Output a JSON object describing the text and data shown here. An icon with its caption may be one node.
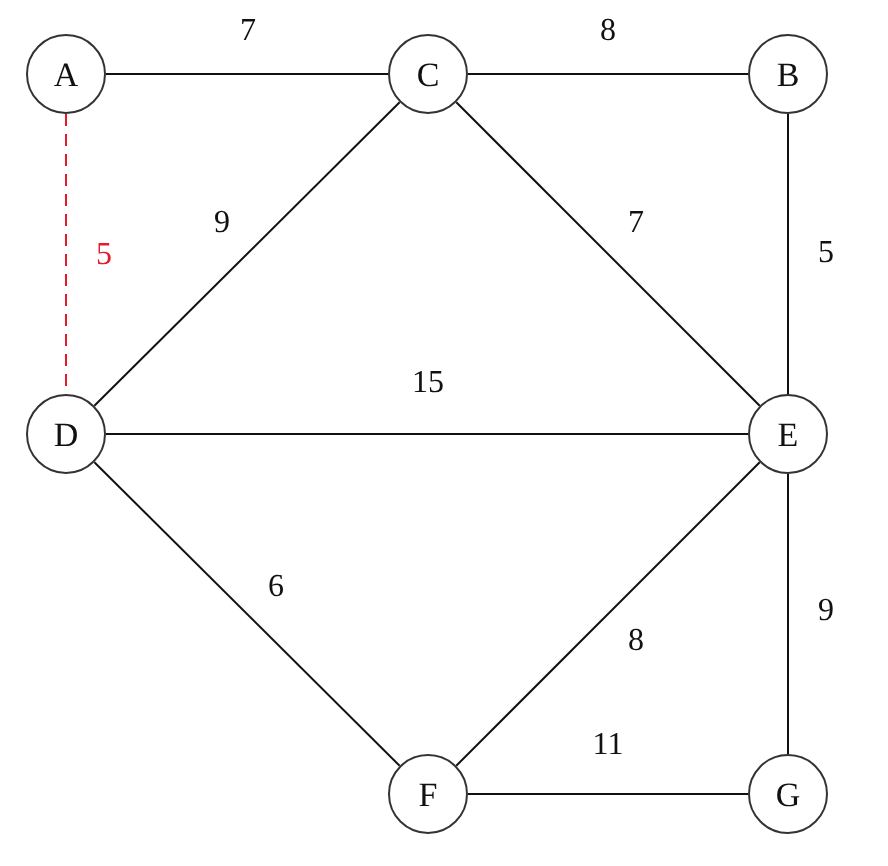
{
  "diagram": {
    "nodes": [
      {
        "text": [
          "A"
        ]
      },
      {
        "text": [
          "C"
        ]
      },
      {
        "text": [
          "B"
        ]
      },
      {
        "text": [
          "D"
        ]
      },
      {
        "text": [
          "E"
        ]
      },
      {
        "text": [
          "F"
        ]
      },
      {
        "text": [
          "G"
        ]
      }
    ],
    "edges": [
      {
        "from": 0,
        "to": 1,
        "arrow": "none",
        "label": "7"
      },
      {
        "from": 1,
        "to": 2,
        "arrow": "none",
        "label": "8"
      },
      {
        "from": 0,
        "to": 3,
        "arrow": "none",
        "label": "5",
        "style": "dashed",
        "color": "#e8192c"
      },
      {
        "from": 3,
        "to": 1,
        "arrow": "none",
        "label": "9"
      },
      {
        "from": 1,
        "to": 4,
        "arrow": "none",
        "label": "7"
      },
      {
        "from": 2,
        "to": 4,
        "arrow": "none",
        "label": "5"
      },
      {
        "from": 3,
        "to": 4,
        "arrow": "none",
        "label": "15"
      },
      {
        "from": 3,
        "to": 5,
        "arrow": "none",
        "label": "6"
      },
      {
        "from": 4,
        "to": 5,
        "arrow": "none",
        "label": "8"
      },
      {
        "from": 5,
        "to": 6,
        "arrow": "none",
        "label": "11"
      },
      {
        "from": 4,
        "to": 6,
        "arrow": "none",
        "label": "9"
      }
    ]
  }
}
